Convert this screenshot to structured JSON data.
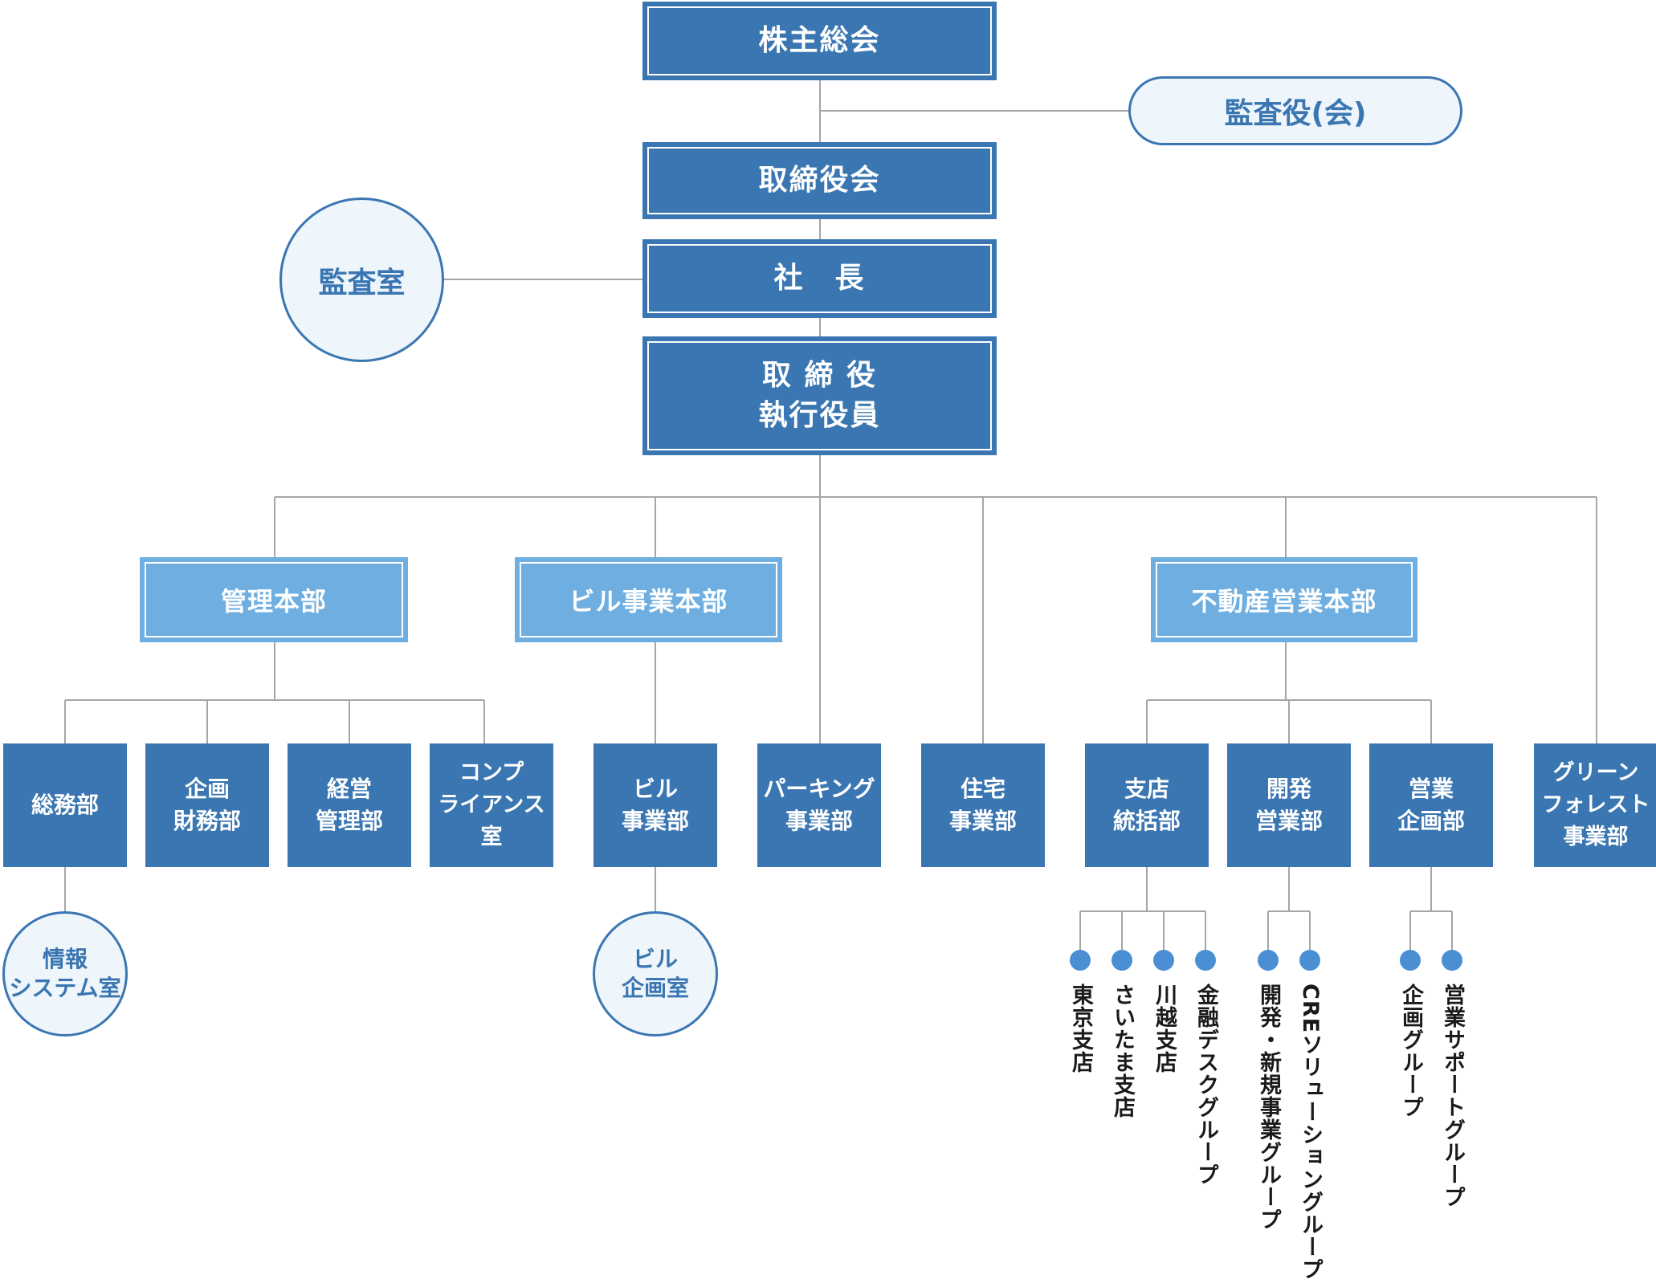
{
  "top": {
    "shareholders": "株主総会",
    "auditor_board": "監査役(会)",
    "board": "取締役会",
    "president": "社　長",
    "audit_office": "監査室",
    "executives": "取 締 役\n執行役員"
  },
  "headquarters": {
    "admin": "管理本部",
    "building": "ビル事業本部",
    "realestate": "不動産営業本部"
  },
  "departments": {
    "general_affairs": "総務部",
    "planning_finance": "企画\n財務部",
    "management": "経営\n管理部",
    "compliance": "コンプ\nライアンス室",
    "building_biz": "ビル\n事業部",
    "parking": "パーキング\n事業部",
    "housing": "住宅\n事業部",
    "branch_control": "支店\n統括部",
    "development_sales": "開発\n営業部",
    "sales_planning": "営業\n企画部",
    "green_forest": "グリーン\nフォレスト\n事業部"
  },
  "offices": {
    "info_systems": "情報\nシステム室",
    "building_planning": "ビル\n企画室"
  },
  "groups": {
    "tokyo": "東京支店",
    "saitama": "さいたま支店",
    "kawagoe": "川越支店",
    "finance_desk": "金融デスクグループ",
    "dev_new_biz": "開発・新規事業グループ",
    "cre": "CREソリューショングループ",
    "planning_group": "企画グループ",
    "sales_support": "営業サポートグループ"
  },
  "colors": {
    "dark_box": "#3a76b2",
    "light_box": "#6eaee0",
    "circle_fill": "#eef5fb",
    "line": "#a6a6a6",
    "dot": "#4a8fd4"
  }
}
